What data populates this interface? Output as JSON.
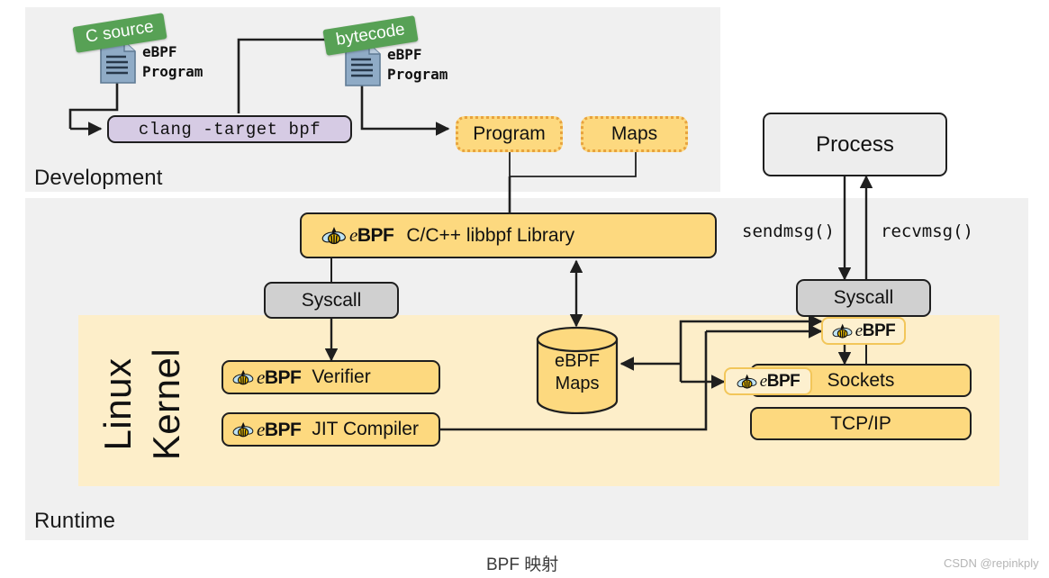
{
  "diagram": {
    "caption": "BPF 映射",
    "watermark": "CSDN @repinkply"
  },
  "panels": {
    "development": {
      "label": "Development"
    },
    "runtime": {
      "label": "Runtime"
    }
  },
  "kernel": {
    "line1": "Linux",
    "line2": "Kernel"
  },
  "development": {
    "source_doc": {
      "ribbon": "C source",
      "label_line1": "eBPF",
      "label_line2": "Program",
      "icon": "document-icon"
    },
    "bytecode_doc": {
      "ribbon": "bytecode",
      "label_line1": "eBPF",
      "label_line2": "Program",
      "icon": "document-icon"
    },
    "compiler": "clang -target bpf",
    "program_box": "Program",
    "maps_box": "Maps"
  },
  "runtime": {
    "libbpf": {
      "logo": "ebpf-bee-icon",
      "title": "C/C++ libbpf Library"
    },
    "syscall_left": "Syscall",
    "syscall_right": "Syscall",
    "verifier": {
      "logo": "ebpf-bee-icon",
      "label": "Verifier"
    },
    "jit": {
      "logo": "ebpf-bee-icon",
      "label": "JIT Compiler"
    },
    "maps_cylinder": {
      "line1": "eBPF",
      "line2": "Maps"
    },
    "process": "Process",
    "sendmsg": "sendmsg()",
    "recvmsg": "recvmsg()",
    "sockets": "Sockets",
    "tcpip": "TCP/IP",
    "ebpf_badge_syscall": "eBPF",
    "ebpf_badge_sockets": "eBPF"
  },
  "colors": {
    "panel_bg": "#f0f0f0",
    "kernel_bg": "#fdeec9",
    "yellow_box": "#fdd97f",
    "gray_box": "#d0d0d0",
    "purple_box": "#d6cbe4",
    "ribbon_green": "#57a155",
    "doc_blue": "#8fabc6",
    "dotted_border": "#e8a33d",
    "line": "#1f1f1f"
  }
}
